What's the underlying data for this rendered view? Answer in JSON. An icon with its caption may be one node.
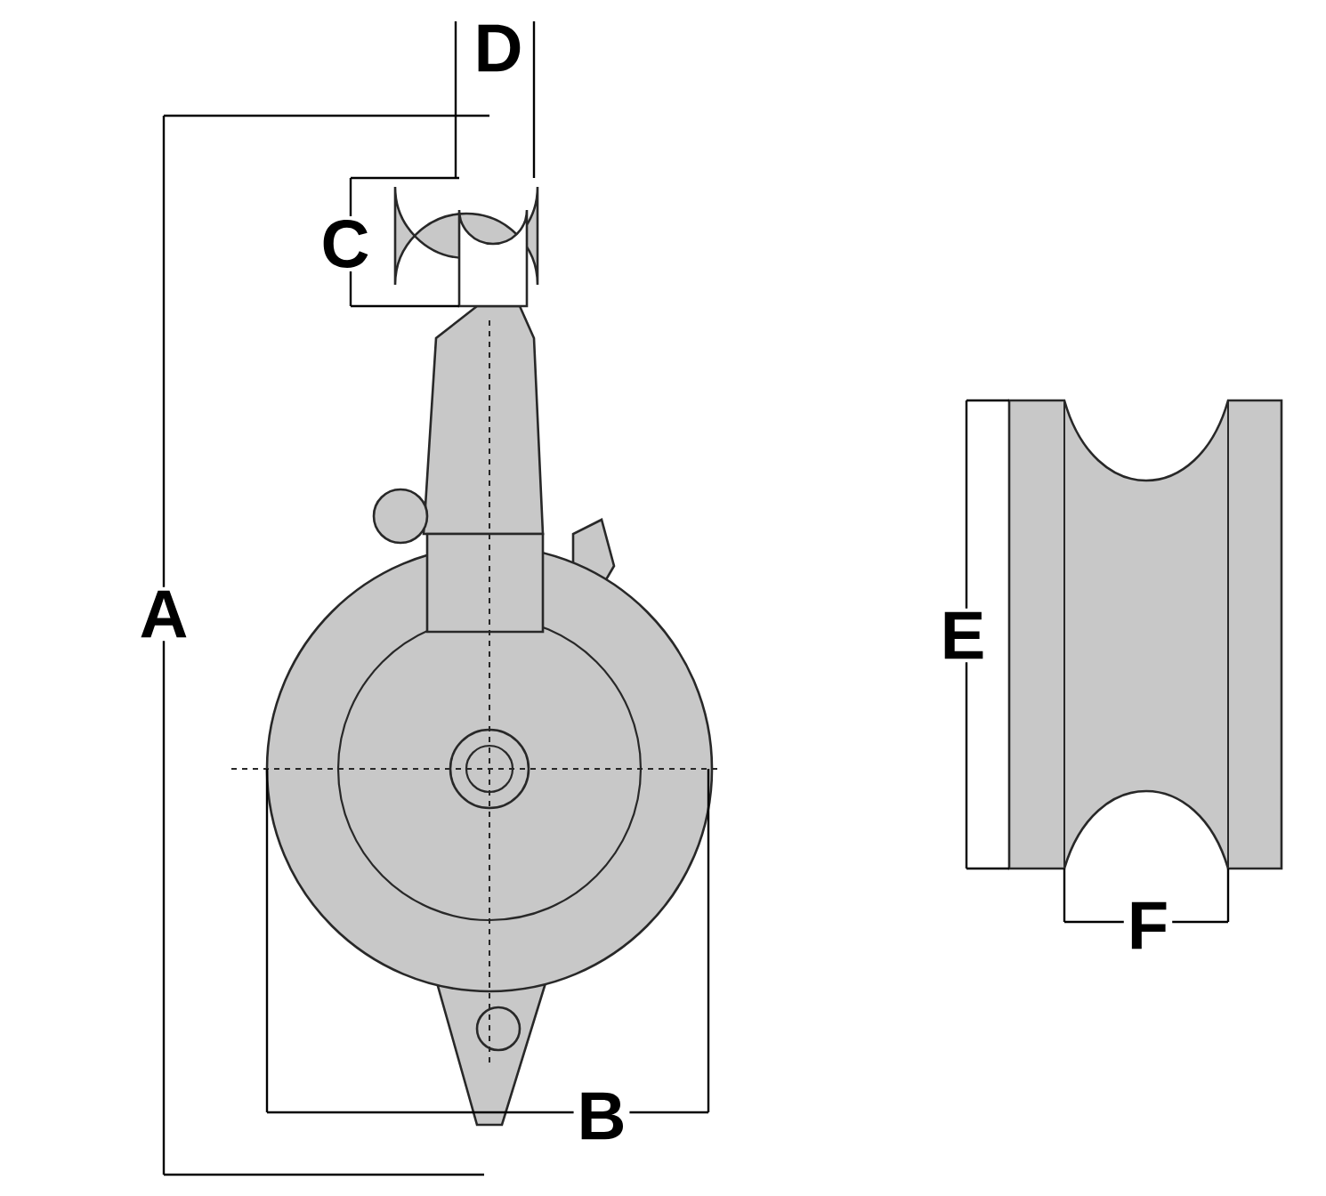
{
  "diagram": {
    "labels": [
      "D",
      "C",
      "A",
      "E",
      "F",
      "B"
    ]
  }
}
